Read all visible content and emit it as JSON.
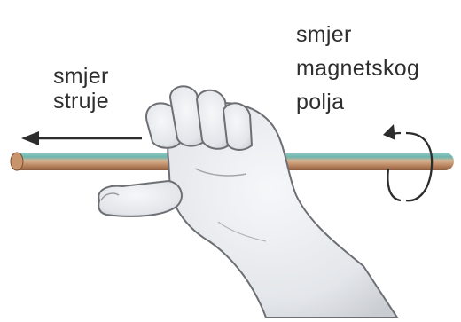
{
  "labels": {
    "current": [
      "smjer",
      "struje"
    ],
    "field": [
      "smjer",
      "magnetskog",
      "polja"
    ]
  },
  "colors": {
    "rod_copper": "#b8835e",
    "rod_teal": "#6fb6b0",
    "hand_fill": "#e9ecef",
    "hand_outline": "#6d6f74",
    "arrow": "#2d2d2d",
    "text": "#2e2e2e"
  },
  "icons": {
    "current_direction": "left-arrow",
    "field_direction": "circular-arrow"
  }
}
